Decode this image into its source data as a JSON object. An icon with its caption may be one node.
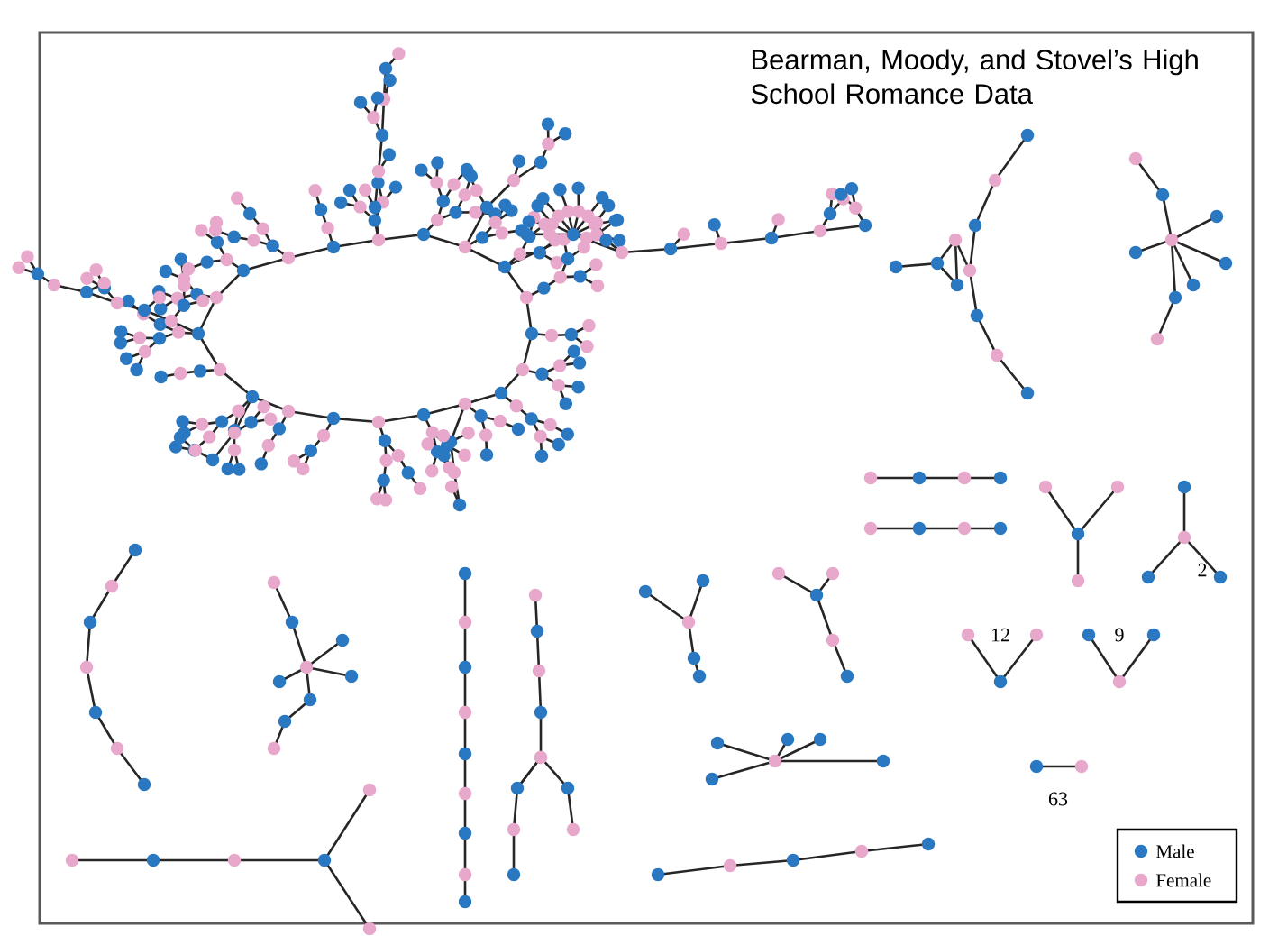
{
  "diagram": {
    "title": "Bearman, Moody, and Stovel’s High School Romance Data",
    "labels": [
      "2",
      "12",
      "9",
      "63"
    ],
    "legend": [
      {
        "text": "Male",
        "color": "#2a78c2"
      },
      {
        "text": "Female",
        "color": "#e8a8cc"
      }
    ]
  }
}
